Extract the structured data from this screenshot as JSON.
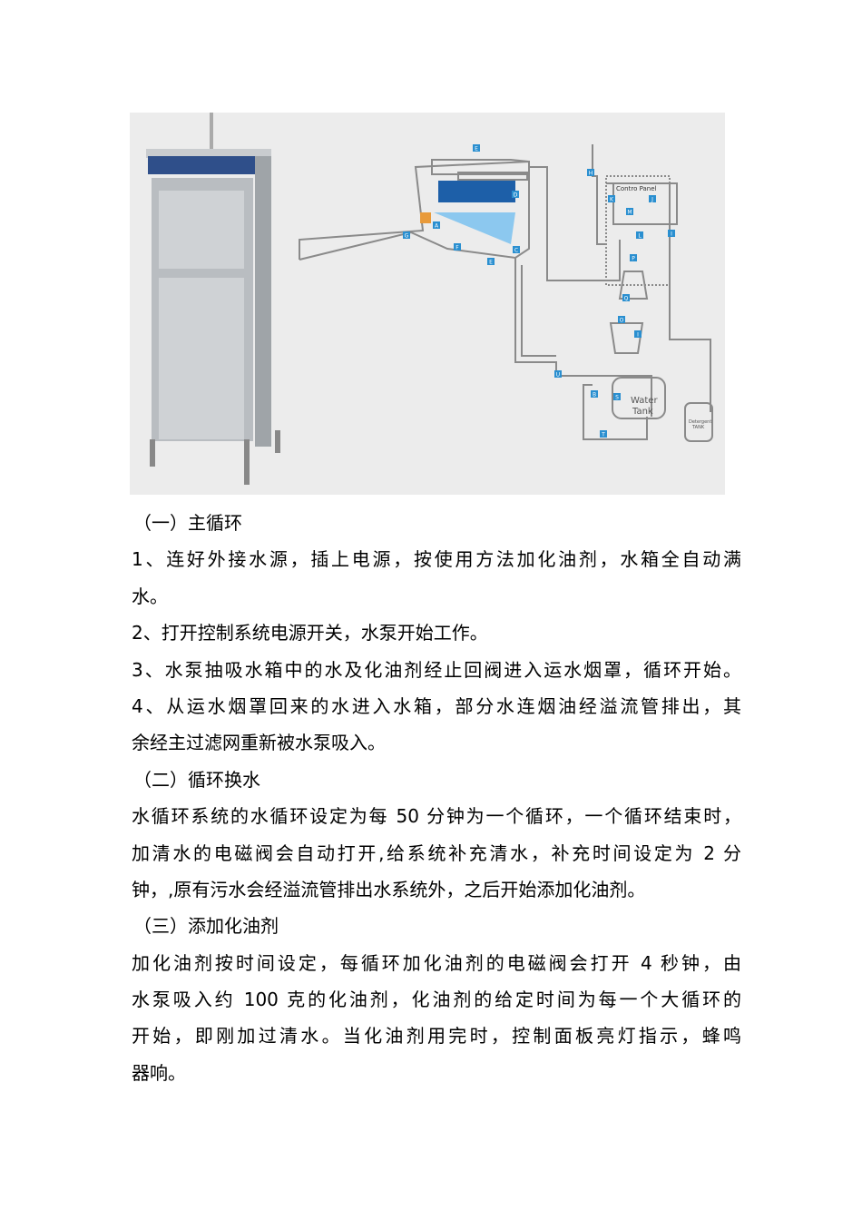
{
  "figure": {
    "control_panel_label": "Contro Panel",
    "water_tank_label": [
      "Water",
      "Tank"
    ],
    "detergent_tank_label": [
      "Detergent",
      "TANK"
    ],
    "component_letters": [
      "E",
      "D",
      "A",
      "G",
      "F",
      "C",
      "E",
      "H",
      "K",
      "J",
      "M",
      "L",
      "I",
      "P",
      "Q",
      "O",
      "I",
      "U",
      "B",
      "S",
      "T"
    ],
    "colors": {
      "accent_blue": "#2a8fd0",
      "filter_blue": "#1d5fa8",
      "water_blue": "#8cc8ef",
      "pipe_gray": "#8a8a8a",
      "nozzle_orange": "#e89a3a"
    }
  },
  "content": {
    "lines": [
      {
        "text": "（一）主循环",
        "kind": "head"
      },
      {
        "text": "1、连好外接水源，插上电源，按使用方法加化油剂，水箱全自动满",
        "kind": "full"
      },
      {
        "text": "水。",
        "kind": "plain"
      },
      {
        "text": "2、打开控制系统电源开关，水泵开始工作。",
        "kind": "plain"
      },
      {
        "text": "3、水泵抽吸水箱中的水及化油剂经止回阀进入运水烟罩，循环开始。",
        "kind": "full"
      },
      {
        "text": "4、从运水烟罩回来的水进入水箱，部分水连烟油经溢流管排出，其",
        "kind": "full"
      },
      {
        "text": "余经主过滤网重新被水泵吸入。",
        "kind": "plain"
      },
      {
        "text": "（二）循环换水",
        "kind": "head"
      },
      {
        "text": "水循环系统的水循环设定为每 50 分钟为一个循环，一个循环结束时，",
        "kind": "full"
      },
      {
        "text": "加清水的电磁阀会自动打开,给系统补充清水，补充时间设定为 2 分",
        "kind": "full"
      },
      {
        "text": "钟，,原有污水会经溢流管排出水系统外，之后开始添加化油剂。",
        "kind": "plain"
      },
      {
        "text": "（三）添加化油剂",
        "kind": "head"
      },
      {
        "text": "加化油剂按时间设定，每循环加化油剂的电磁阀会打开 4 秒钟，由",
        "kind": "full"
      },
      {
        "text": "水泵吸入约 100 克的化油剂，化油剂的给定时间为每一个大循环的",
        "kind": "full"
      },
      {
        "text": "开始，即刚加过清水。当化油剂用完时，控制面板亮灯指示，蜂鸣",
        "kind": "full"
      },
      {
        "text": "器响。",
        "kind": "plain"
      }
    ]
  }
}
